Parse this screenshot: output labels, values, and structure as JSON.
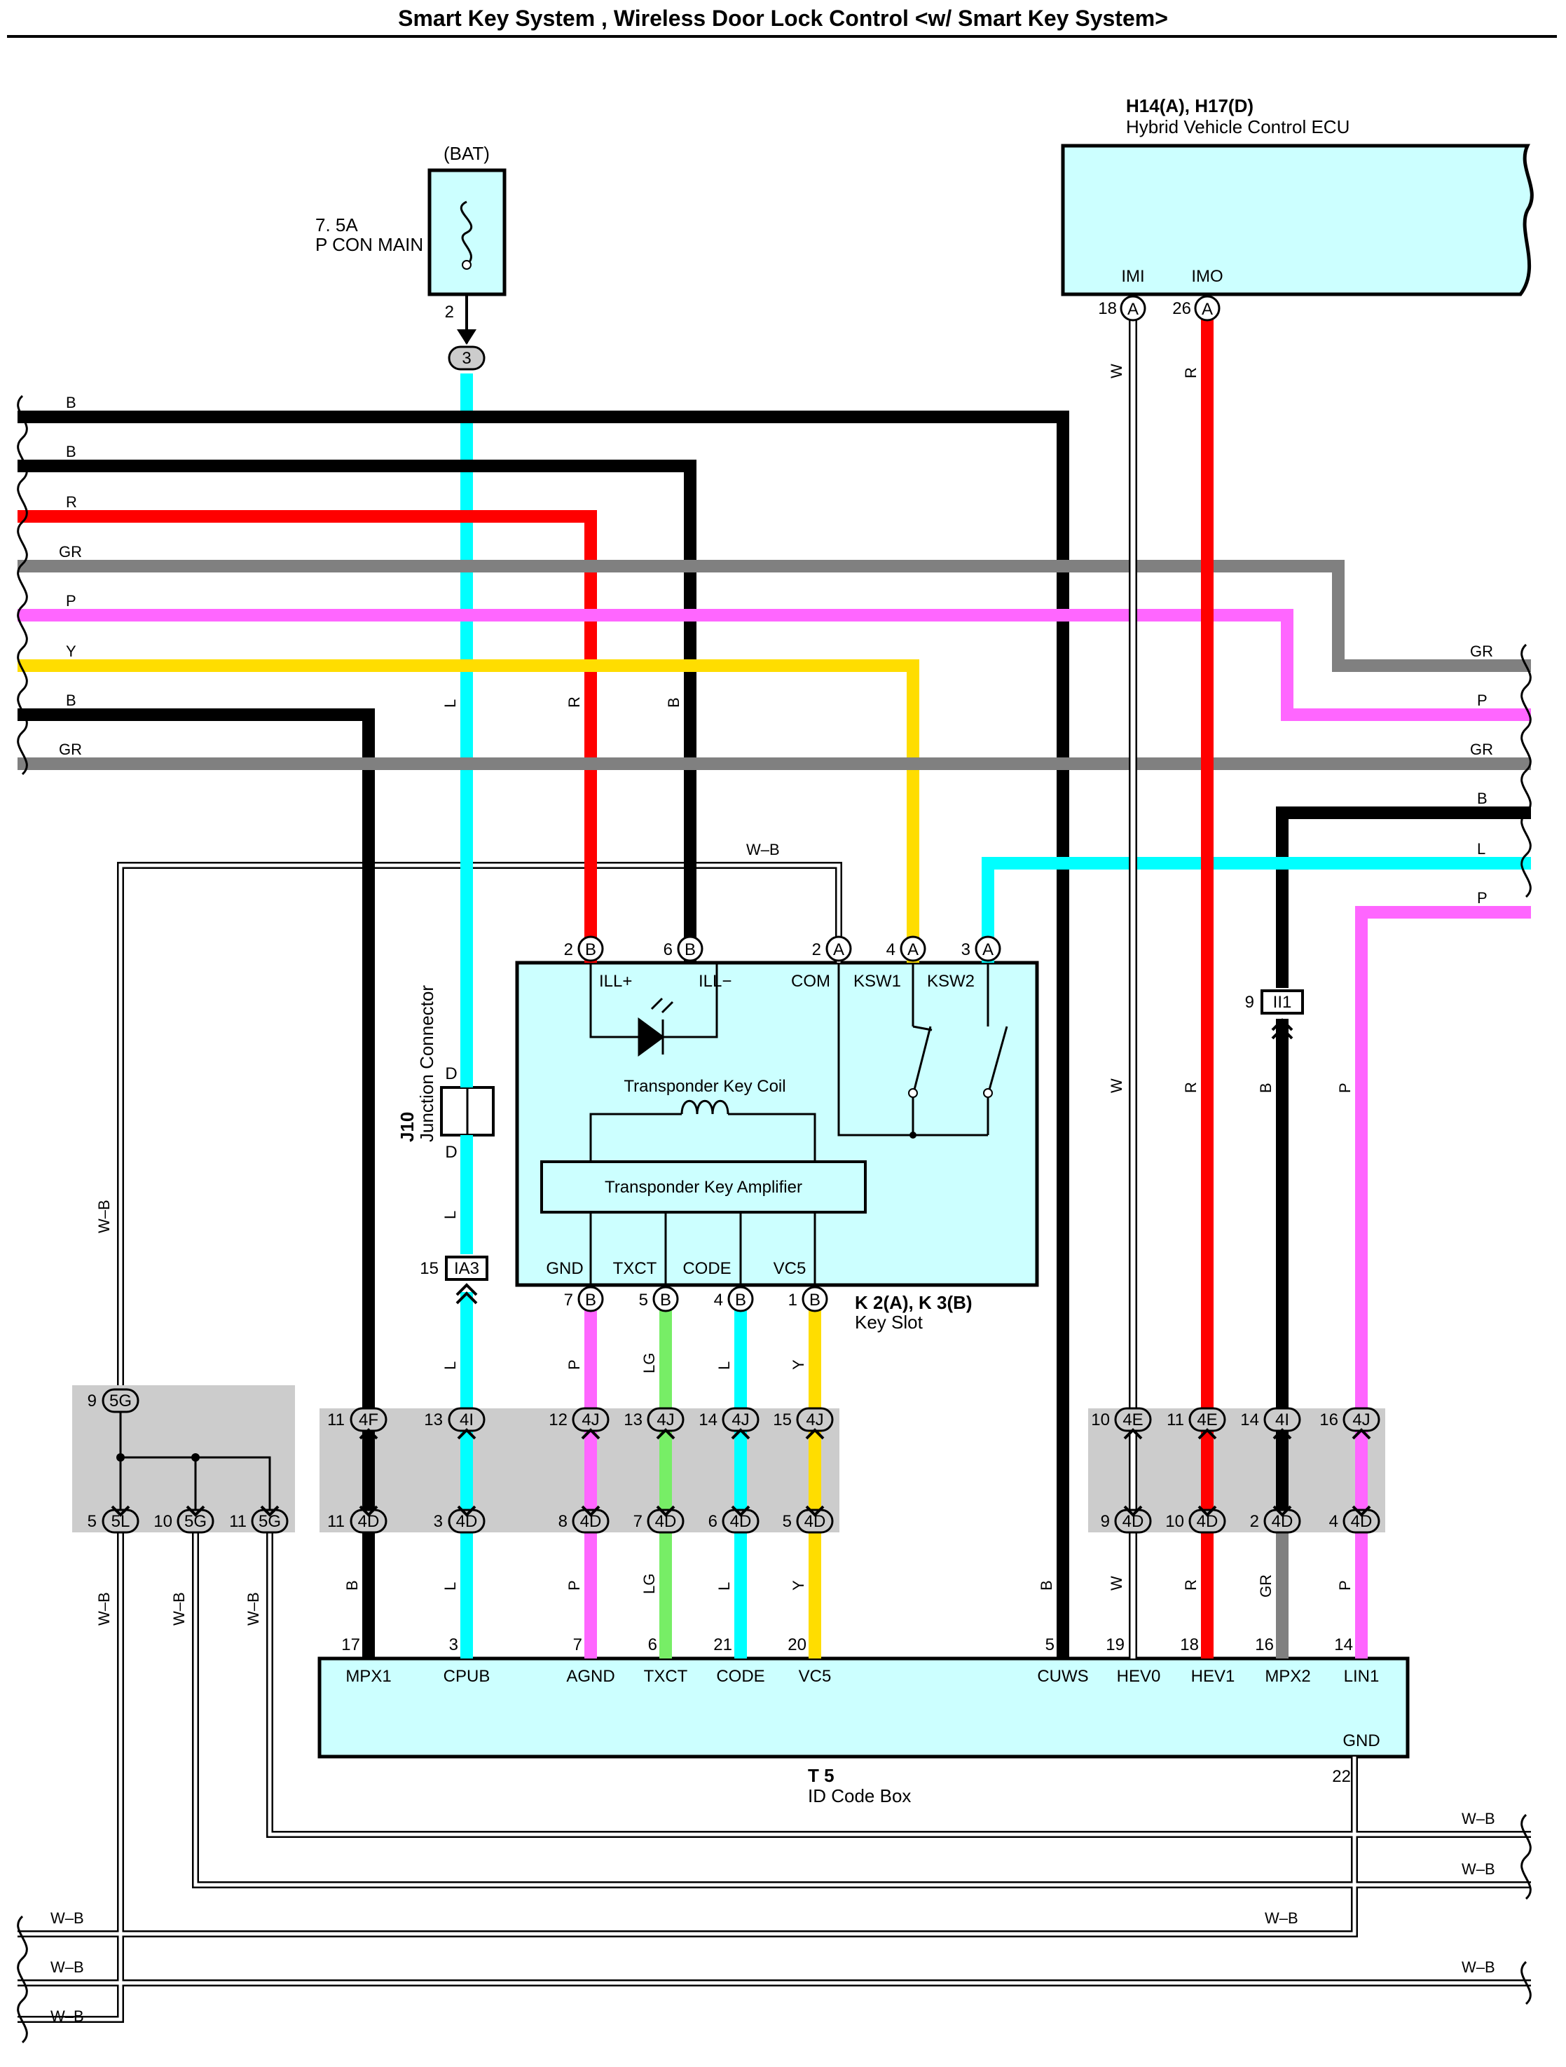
{
  "title": "Smart Key System , Wireless Door Lock Control <w/ Smart Key System>",
  "components": {
    "battery": {
      "label": "(BAT)"
    },
    "fuse": {
      "rating": "7. 5A",
      "name": "P CON MAIN"
    },
    "hv_ecu": {
      "code": "H14(A), H17(D)",
      "name": "Hybrid Vehicle Control ECU",
      "terminals": [
        "IMI",
        "IMO"
      ]
    },
    "key_slot": {
      "code": "K 2(A), K 3(B)",
      "name": "Key Slot",
      "terminals_top": [
        "ILL+",
        "ILL−",
        "COM",
        "KSW1",
        "KSW2"
      ],
      "terminals_bottom": [
        "GND",
        "TXCT",
        "CODE",
        "VC5"
      ],
      "coil": "Transponder Key Coil",
      "amplifier": "Transponder Key Amplifier"
    },
    "junction": {
      "code": "J10",
      "name": "Junction Connector",
      "pin_top": "D",
      "pin_bottom": "D"
    },
    "id_code_box": {
      "code": "T 5",
      "name": "ID Code Box",
      "terminals": [
        "MPX1",
        "CPUB",
        "AGND",
        "TXCT",
        "CODE",
        "VC5",
        "CUWS",
        "HEV0",
        "HEV1",
        "MPX2",
        "LIN1"
      ],
      "gnd": "GND"
    }
  },
  "connectors": {
    "c3": "3",
    "ia3": "IA3",
    "ii1": "II1",
    "a": "A",
    "b": "B",
    "j4f": "4F",
    "j4i": "4I",
    "j4j": "4J",
    "j4d": "4D",
    "j4e": "4E",
    "j5g": "5G",
    "j5l": "5L"
  },
  "pins": {
    "fuse_out": "2",
    "hv18": "18",
    "hv26": "26",
    "ks_b2": "2",
    "ks_b6": "6",
    "ks_a2": "2",
    "ks_a4": "4",
    "ks_a3": "3",
    "ks_b7": "7",
    "ks_b5": "5",
    "ks_b4": "4",
    "ks_b1": "1",
    "ia3": "15",
    "ii1": "9",
    "g9": "9",
    "g5": "5",
    "g10": "10",
    "g11": "11",
    "j11": "11",
    "j13": "13",
    "j12": "12",
    "j14": "14",
    "j15": "15",
    "j10": "10",
    "j16": "16",
    "d11": "11",
    "d3": "3",
    "d8": "8",
    "d7": "7",
    "d6": "6",
    "d5": "5",
    "d9": "9",
    "d10": "10",
    "d2": "2",
    "d4": "4",
    "t17": "17",
    "t3": "3",
    "t7": "7",
    "t6": "6",
    "t21": "21",
    "t20": "20",
    "t5": "5",
    "t19": "19",
    "t18": "18",
    "t16": "16",
    "t14": "14",
    "t22": "22"
  },
  "wire_colors": {
    "B": "B",
    "R": "R",
    "GR": "GR",
    "P": "P",
    "Y": "Y",
    "L": "L",
    "W": "W",
    "LG": "LG",
    "WB": "W–B"
  },
  "colors": {
    "B": "#000000",
    "R": "#ff0000",
    "GR": "#808080",
    "P": "#ff66ff",
    "Y": "#ffdd00",
    "L": "#00ffff",
    "LG": "#77ee66",
    "comp": "#ccffff",
    "shade": "#cccccc"
  }
}
